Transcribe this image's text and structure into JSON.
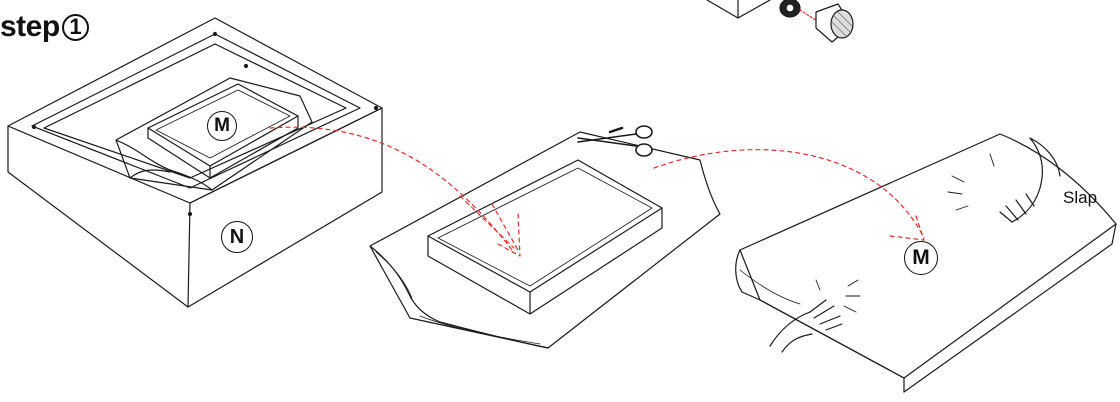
{
  "step": {
    "text": "step",
    "number": "1"
  },
  "labels": {
    "item_m": "M",
    "item_n": "N"
  },
  "annotation": {
    "slap": "Slap"
  },
  "colors": {
    "line": "#1a1a1a",
    "dash_arrow": "#e03030"
  }
}
